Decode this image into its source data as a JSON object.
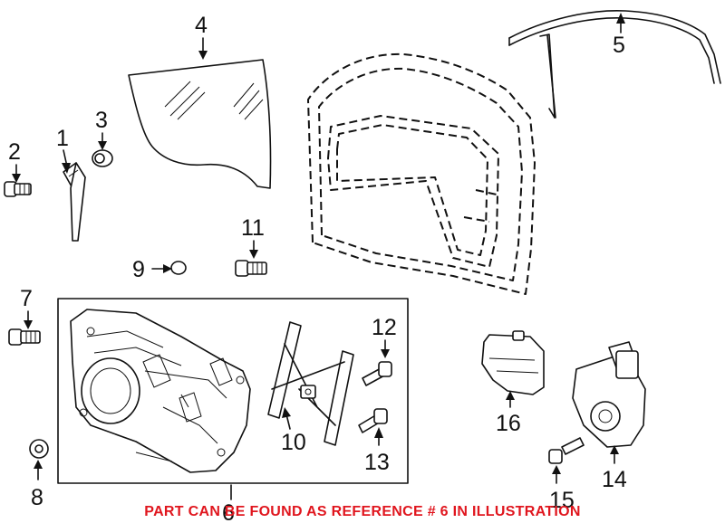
{
  "diagram": {
    "callouts": [
      {
        "id": "1",
        "label": "1"
      },
      {
        "id": "2",
        "label": "2"
      },
      {
        "id": "3",
        "label": "3"
      },
      {
        "id": "4",
        "label": "4"
      },
      {
        "id": "5",
        "label": "5"
      },
      {
        "id": "6",
        "label": "6"
      },
      {
        "id": "7",
        "label": "7"
      },
      {
        "id": "8",
        "label": "8"
      },
      {
        "id": "9",
        "label": "9"
      },
      {
        "id": "10",
        "label": "10"
      },
      {
        "id": "11",
        "label": "11"
      },
      {
        "id": "12",
        "label": "12"
      },
      {
        "id": "13",
        "label": "13"
      },
      {
        "id": "14",
        "label": "14"
      },
      {
        "id": "15",
        "label": "15"
      },
      {
        "id": "16",
        "label": "16"
      }
    ],
    "note": "PART CAN BE FOUND AS REFERENCE # 6 IN ILLUSTRATION",
    "note_color": "#e0161e"
  }
}
